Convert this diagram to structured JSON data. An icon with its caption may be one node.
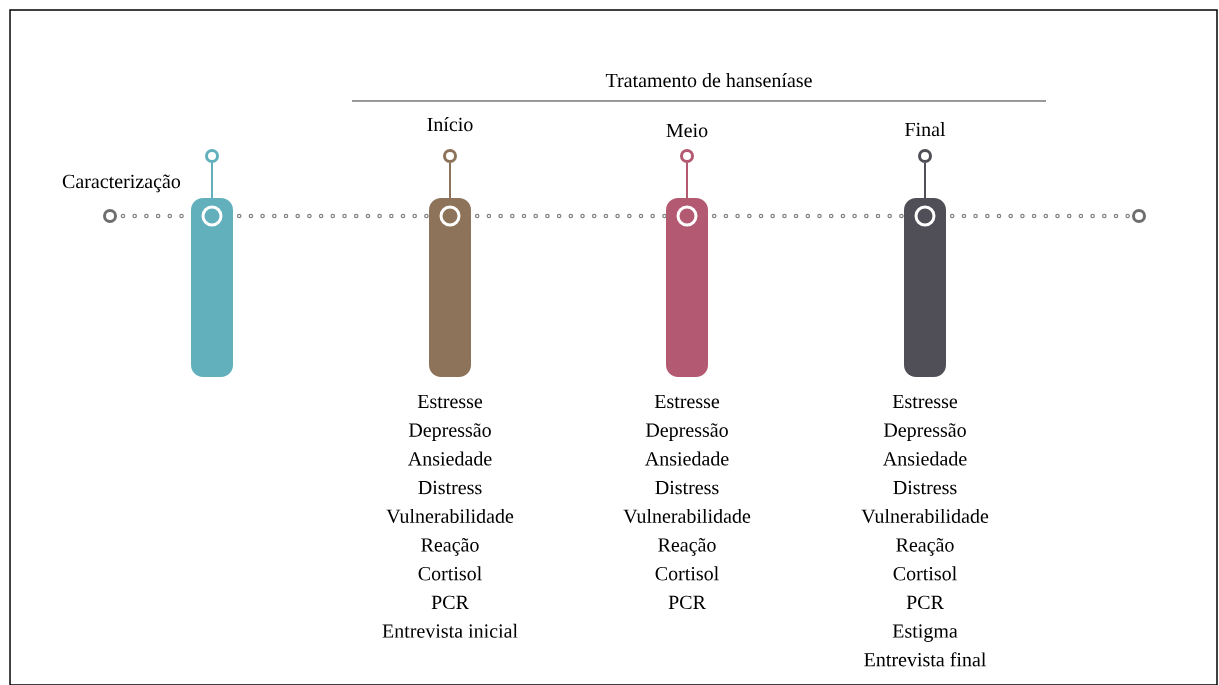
{
  "diagram": {
    "nodes": [
      {
        "text": [],
        "shape": "circle"
      },
      {
        "text": [
          "Caracterização"
        ]
      },
      {
        "text": [
          "Início"
        ],
        "beside": [
          "Estresse",
          "Depressão",
          "Ansiedade",
          "Distress",
          "Vulnerabilidade",
          "Reação",
          "Cortisol",
          "PCR",
          "Entrevista inicial"
        ]
      },
      {
        "text": [
          "Meio"
        ],
        "beside": [
          "Estresse",
          "Depressão",
          "Ansiedade",
          "Distress",
          "Vulnerabilidade",
          "Reação",
          "Cortisol",
          "PCR"
        ]
      },
      {
        "text": [
          "Final"
        ],
        "beside": [
          "Estresse",
          "Depressão",
          "Ansiedade",
          "Distress",
          "Vulnerabilidade",
          "Reação",
          "Cortisol",
          "PCR",
          "Estigma",
          "Entrevista final"
        ]
      },
      {
        "text": [],
        "shape": "circle"
      }
    ],
    "edges": [
      {
        "from": 0,
        "to": 1,
        "arrow": "none"
      },
      {
        "from": 1,
        "to": 2,
        "arrow": "none"
      },
      {
        "from": 2,
        "to": 3,
        "arrow": "none"
      },
      {
        "from": 3,
        "to": 4,
        "arrow": "none"
      },
      {
        "from": 4,
        "to": 5,
        "arrow": "none"
      }
    ],
    "labels": [
      "Tratamento de hanseníase"
    ]
  }
}
